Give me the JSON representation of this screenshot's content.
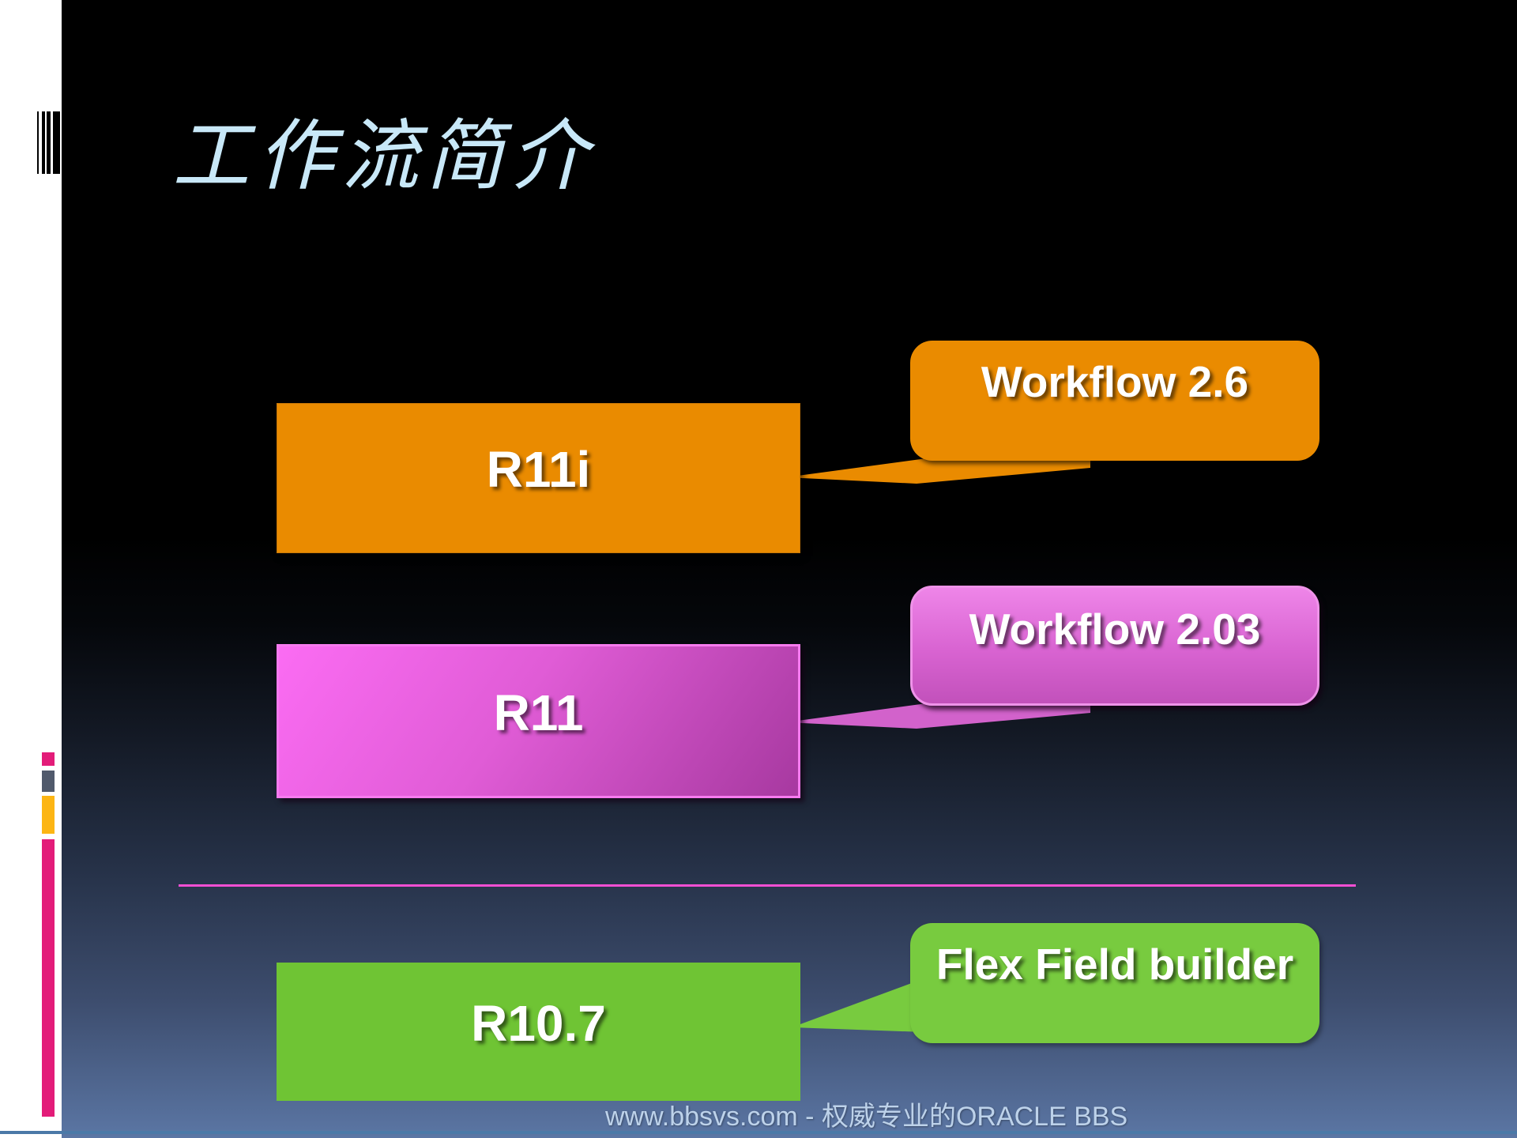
{
  "title": "工作流简介",
  "boxes": [
    {
      "label": "R11i",
      "color": "#ea8b00"
    },
    {
      "label": "R11",
      "color": "#d95cd0"
    },
    {
      "label": "R10.7",
      "color": "#6fc434"
    }
  ],
  "callouts": [
    {
      "label": "Workflow 2.6",
      "color": "#ea8b00"
    },
    {
      "label": "Workflow 2.03",
      "color": "#d863d1"
    },
    {
      "label": "Flex Field builder",
      "color": "#78cb3f"
    }
  ],
  "divider_color": "#f64fd4",
  "footer": "www.bbsvs.com - 权威专业的ORACLE BBS",
  "sidebar_accents": {
    "pink": "#e31c79",
    "gray": "#515a6c",
    "yellow": "#fcb514"
  },
  "title_color": "#c8e8f8"
}
